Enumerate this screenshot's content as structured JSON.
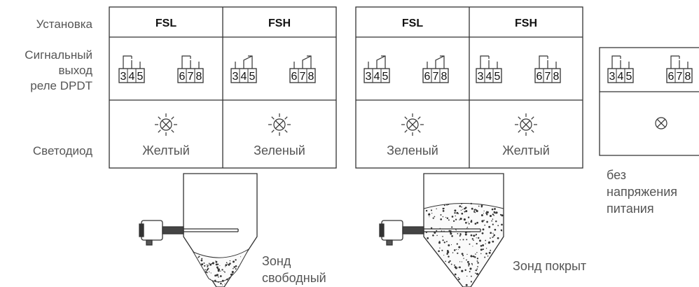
{
  "row_labels": {
    "installation": "Установка",
    "signal_line1": "Сигнальный",
    "signal_line2": "выход",
    "signal_line3": "реле DPDT",
    "led": "Светодиод"
  },
  "tables": [
    {
      "columns": [
        {
          "mode": "FSL",
          "terminals_left": [
            "3",
            "4",
            "5"
          ],
          "terminals_right": [
            "6",
            "7",
            "8"
          ],
          "led": "Желтый",
          "contacts": "open"
        },
        {
          "mode": "FSH",
          "terminals_left": [
            "3",
            "4",
            "5"
          ],
          "terminals_right": [
            "6",
            "7",
            "8"
          ],
          "led": "Зеленый",
          "contacts": "closed"
        }
      ],
      "probe_state": {
        "line1": "Зонд",
        "line2": "свободный"
      }
    },
    {
      "columns": [
        {
          "mode": "FSL",
          "terminals_left": [
            "3",
            "4",
            "5"
          ],
          "terminals_right": [
            "6",
            "7",
            "8"
          ],
          "led": "Зеленый",
          "contacts": "closed"
        },
        {
          "mode": "FSH",
          "terminals_left": [
            "3",
            "4",
            "5"
          ],
          "terminals_right": [
            "6",
            "7",
            "8"
          ],
          "led": "Желтый",
          "contacts": "open"
        }
      ],
      "probe_state": {
        "line1": "Зонд покрыт",
        "line2": ""
      }
    }
  ],
  "no_power": {
    "terminals_left": [
      "3",
      "4",
      "5"
    ],
    "terminals_right": [
      "6",
      "7",
      "8"
    ],
    "caption": [
      "без",
      "напряжения",
      "питания"
    ]
  }
}
